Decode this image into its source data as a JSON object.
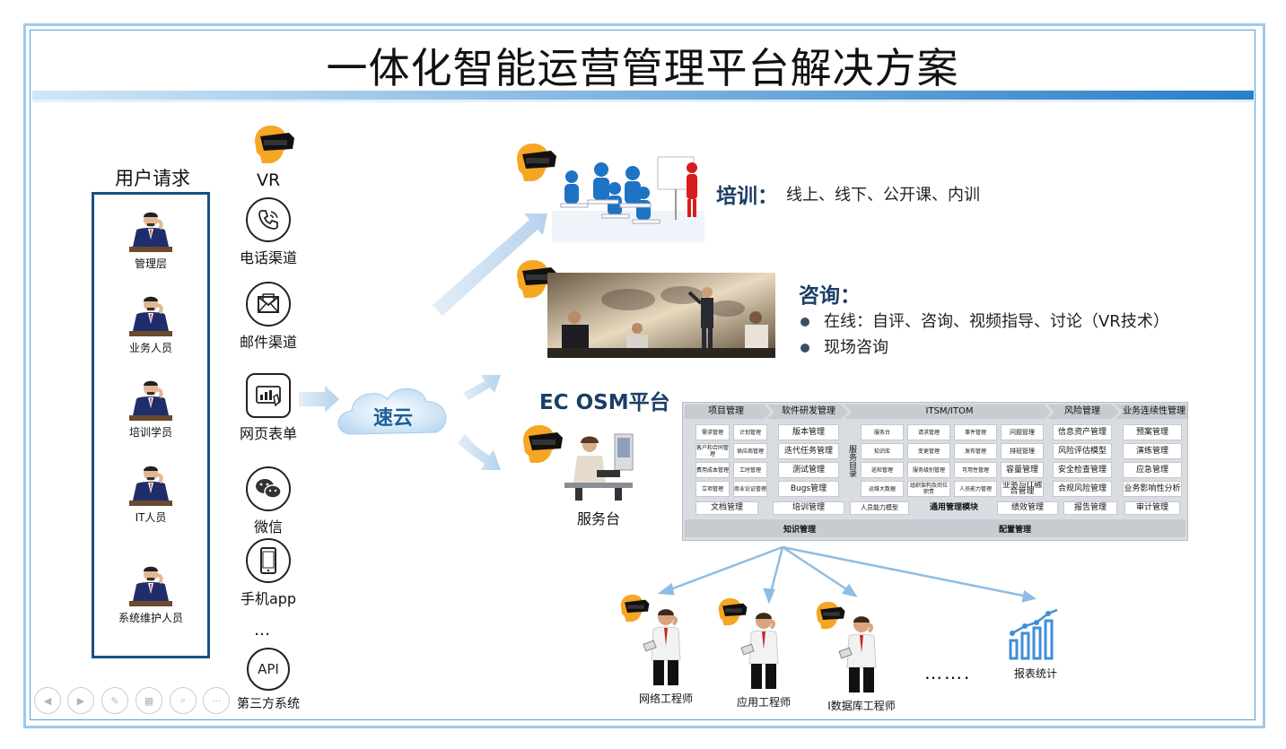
{
  "title": "一体化智能运营管理平台解决方案",
  "user_request": {
    "title": "用户请求",
    "roles": [
      "管理层",
      "业务人员",
      "培训学员",
      "IT人员",
      "系统维护人员"
    ]
  },
  "channels": {
    "vr_label": "VR",
    "items": [
      {
        "label": "电话渠道",
        "icon": "phone-icon"
      },
      {
        "label": "邮件渠道",
        "icon": "mail-icon"
      },
      {
        "label": "网页表单",
        "icon": "web-form-icon"
      },
      {
        "label": "微信",
        "icon": "wechat-icon"
      },
      {
        "label": "手机app",
        "icon": "mobile-icon"
      }
    ],
    "ellipsis": "…",
    "api_icon_text": "API",
    "api_label": "第三方系统"
  },
  "cloud_label": "速云",
  "training": {
    "title": "培训：",
    "text": "线上、线下、公开课、内训"
  },
  "consulting": {
    "title": "咨询：",
    "bullets": [
      "在线：自评、咨询、视频指导、讨论（VR技术）",
      "现场咨询"
    ]
  },
  "platform": {
    "title": "EC OSM平台",
    "service_desk": "服务台",
    "columns": [
      "项目管理",
      "软件研发管理",
      "ITSM/ITOM",
      "风险管理",
      "业务连续性管理"
    ],
    "project_cells": [
      "需求管理",
      "计划管理",
      "客户和合同管理",
      "供应商管理",
      "费用成本管理",
      "工时管理",
      "立项管理",
      "商业论证管理"
    ],
    "dev_cells": [
      "版本管理",
      "迭代任务管理",
      "测试管理",
      "Bugs管理"
    ],
    "catalog_label": "服务目录",
    "itsm_cells": [
      "服务台",
      "请求管理",
      "事件管理",
      "问题管理",
      "知识库",
      "变更管理",
      "发布管理",
      "排班管理",
      "巡检管理",
      "服务级别管理",
      "可用性管理",
      "容量管理",
      "运维大数据",
      "组织架构及岗位职责",
      "人员能力管理",
      "业务与IT融合管理"
    ],
    "risk_cells": [
      "信息资产管理",
      "风险评估模型",
      "安全检查管理",
      "合规风险管理"
    ],
    "bc_cells": [
      "预案管理",
      "演练管理",
      "应急管理",
      "业务影响性分析"
    ],
    "general_row": [
      "文档管理",
      "培训管理",
      "人员能力模型",
      "通用管理模块",
      "绩效管理",
      "报告管理",
      "审计管理"
    ],
    "bottom_row": [
      "知识管理",
      "配置管理"
    ]
  },
  "engineers": [
    "网络工程师",
    "应用工程师",
    "I数据库工程师"
  ],
  "more": "…….",
  "report": "报表统计"
}
